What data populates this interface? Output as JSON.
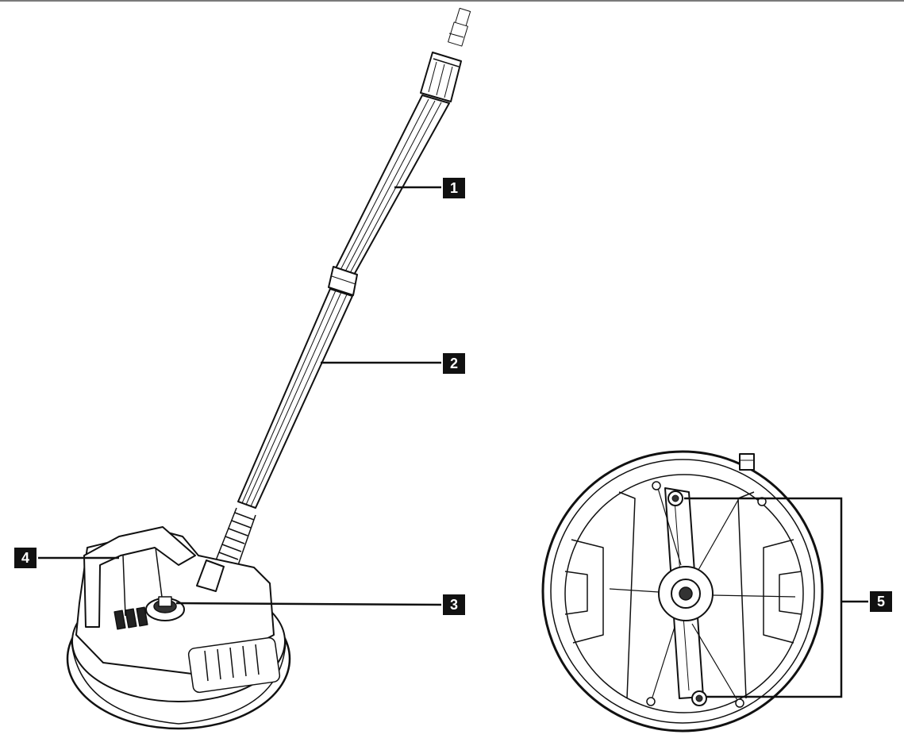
{
  "callouts": [
    {
      "id": "1",
      "label": "1"
    },
    {
      "id": "2",
      "label": "2"
    },
    {
      "id": "3",
      "label": "3"
    },
    {
      "id": "4",
      "label": "4"
    },
    {
      "id": "5",
      "label": "5"
    }
  ],
  "colors": {
    "ink": "#111111",
    "paper": "#ffffff",
    "shade": "#cfcfcf"
  }
}
